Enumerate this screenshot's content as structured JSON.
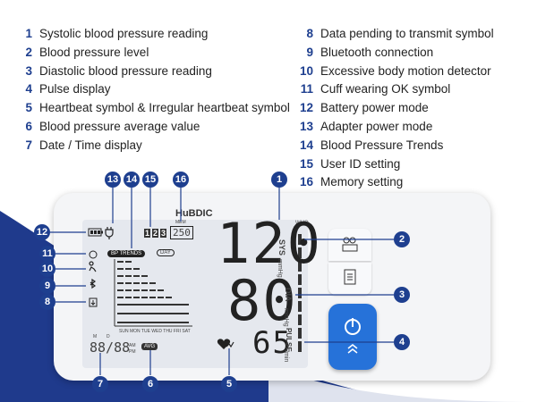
{
  "legend_left": [
    {
      "num": "1",
      "text": "Systolic blood pressure reading"
    },
    {
      "num": "2",
      "text": "Blood pressure level"
    },
    {
      "num": "3",
      "text": "Diastolic blood pressure reading"
    },
    {
      "num": "4",
      "text": "Pulse display"
    },
    {
      "num": "5",
      "text": "Heartbeat symbol & Irregular heartbeat symbol"
    },
    {
      "num": "6",
      "text": "Blood pressure average value"
    },
    {
      "num": "7",
      "text": "Date / Time display"
    }
  ],
  "legend_right": [
    {
      "num": "8",
      "text": "Data pending to transmit symbol"
    },
    {
      "num": "9",
      "text": "Bluetooth connection"
    },
    {
      "num": "10",
      "text": "Excessive body motion detector"
    },
    {
      "num": "11",
      "text": "Cuff wearing OK symbol"
    },
    {
      "num": "12",
      "text": "Battery power mode"
    },
    {
      "num": "13",
      "text": "Adapter power mode"
    },
    {
      "num": "14",
      "text": "Blood Pressure Trends"
    },
    {
      "num": "15",
      "text": "User ID setting"
    },
    {
      "num": "16",
      "text": "Memory setting"
    }
  ],
  "device": {
    "brand": "HuBDIC",
    "who": "WHO",
    "systolic": "120",
    "diastolic": "80",
    "pulse": "65",
    "sys_label": "SYS",
    "sys_unit": "mmHg",
    "dia_label": "DIA",
    "dia_unit": "mmHg",
    "pulse_label": "PULSE",
    "pulse_unit": "/min",
    "memory": "250",
    "mem_label": "MEM",
    "bp_trends": "BP TRENDS",
    "day": "DAY",
    "avg": "AVG",
    "date_time": "88/88",
    "time_m": "M",
    "time_d": "D",
    "days": "SUN MON TUE WED THU FRI SAT",
    "am": "AM",
    "pm": "PM",
    "users": [
      "1",
      "2",
      "3"
    ]
  },
  "colors": {
    "navy": "#1e3f8f",
    "wave": "#1f3a8c",
    "power_button": "#2672d9"
  }
}
